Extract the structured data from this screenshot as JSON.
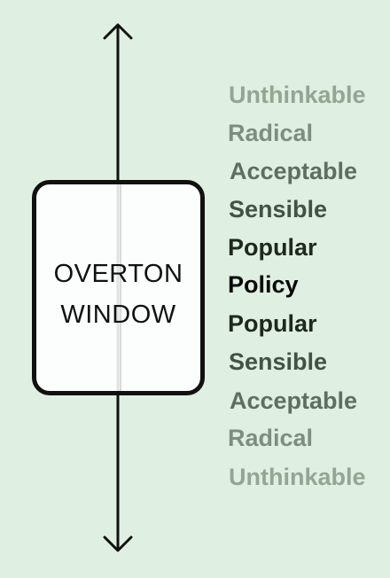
{
  "window": {
    "line1": "OVERTON",
    "line2": "WINDOW"
  },
  "spectrum": [
    {
      "label": "Unthinkable",
      "color": "#93a593"
    },
    {
      "label": "Radical",
      "color": "#7f8d7f"
    },
    {
      "label": "Acceptable",
      "color": "#5f6f5f"
    },
    {
      "label": "Sensible",
      "color": "#435243"
    },
    {
      "label": "Popular",
      "color": "#1f281f"
    },
    {
      "label": "Policy",
      "color": "#080808"
    },
    {
      "label": "Popular",
      "color": "#1f281f"
    },
    {
      "label": "Sensible",
      "color": "#435243"
    },
    {
      "label": "Acceptable",
      "color": "#5f6f5f"
    },
    {
      "label": "Radical",
      "color": "#7f8d7f"
    },
    {
      "label": "Unthinkable",
      "color": "#93a593"
    }
  ],
  "colors": {
    "background": "#dff0e2",
    "axis": "#111111",
    "window_fill": "#fbfcfb"
  }
}
